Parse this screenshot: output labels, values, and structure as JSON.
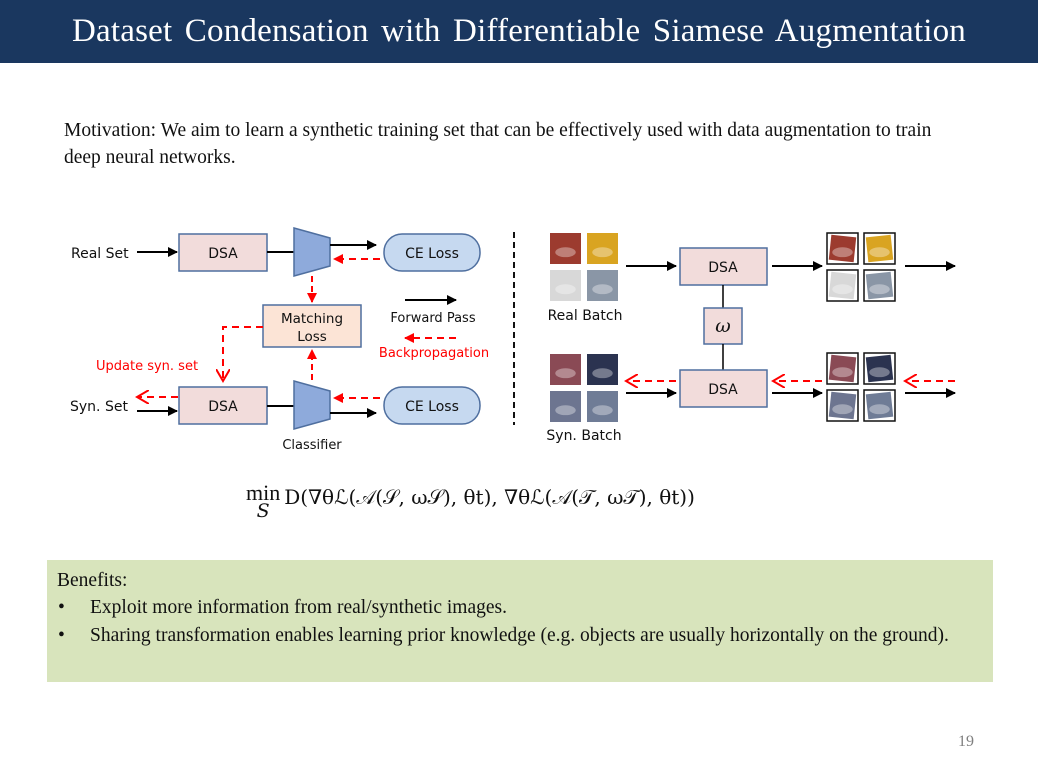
{
  "slide": {
    "title": "Dataset Condensation with Differentiable Siamese Augmentation",
    "motivation": "Motivation: We aim to learn a synthetic training set that can be effectively used with data augmentation to train deep neural networks.",
    "page_number": "19"
  },
  "left_diagram": {
    "real_set_label": "Real Set",
    "syn_set_label": "Syn. Set",
    "dsa_top_label": "DSA",
    "dsa_bottom_label": "DSA",
    "ce_loss_top_label": "CE Loss",
    "ce_loss_bottom_label": "CE Loss",
    "matching_loss_line1": "Matching",
    "matching_loss_line2": "Loss",
    "classifier_label": "Classifier",
    "update_label": "Update syn. set",
    "legend_forward": "Forward Pass",
    "legend_backprop": "Backpropagation",
    "colors": {
      "dsa_fill": "#f2dcdb",
      "box_border": "#4f6f9f",
      "matching_fill": "#fce4d6",
      "ce_fill": "#c6d9f0",
      "classifier_fill": "#8eaadb",
      "backprop": "#ff0000",
      "backprop_text": "#ff0000"
    }
  },
  "right_diagram": {
    "real_batch_label": "Real Batch",
    "syn_batch_label": "Syn. Batch",
    "dsa_top_label": "DSA",
    "dsa_bottom_label": "DSA",
    "omega_label": "ω",
    "real_thumbs": [
      "#9c3b2f",
      "#d9a421",
      "#d8d8d8",
      "#8a96a6"
    ],
    "syn_thumbs": [
      "#8a4a55",
      "#2b3350",
      "#6d7590",
      "#6f7c96"
    ]
  },
  "formula": {
    "min": "min",
    "min_sub": "S",
    "body": "D(∇θℒ(𝒜(𝒮, ω𝒮), θt), ∇θℒ(𝒜(𝒯, ω𝒯), θt))"
  },
  "benefits": {
    "heading": "Benefits:",
    "items": [
      "Exploit more information from real/synthetic images.",
      "Sharing transformation enables learning prior knowledge (e.g. objects are usually horizontally on the ground)."
    ],
    "background": "#d8e4bc"
  }
}
